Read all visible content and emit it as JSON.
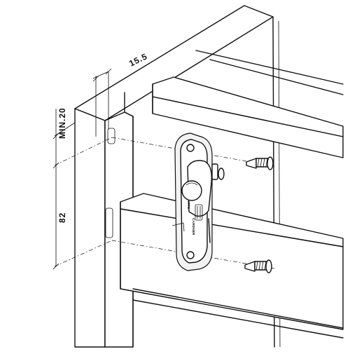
{
  "dimensions": {
    "top_offset": "15.5",
    "min_distance": "MIN.20",
    "screw_spacing": "82"
  },
  "latch": {
    "brand_line1": "ITTO",
    "brand_line2": "CARDNER"
  }
}
